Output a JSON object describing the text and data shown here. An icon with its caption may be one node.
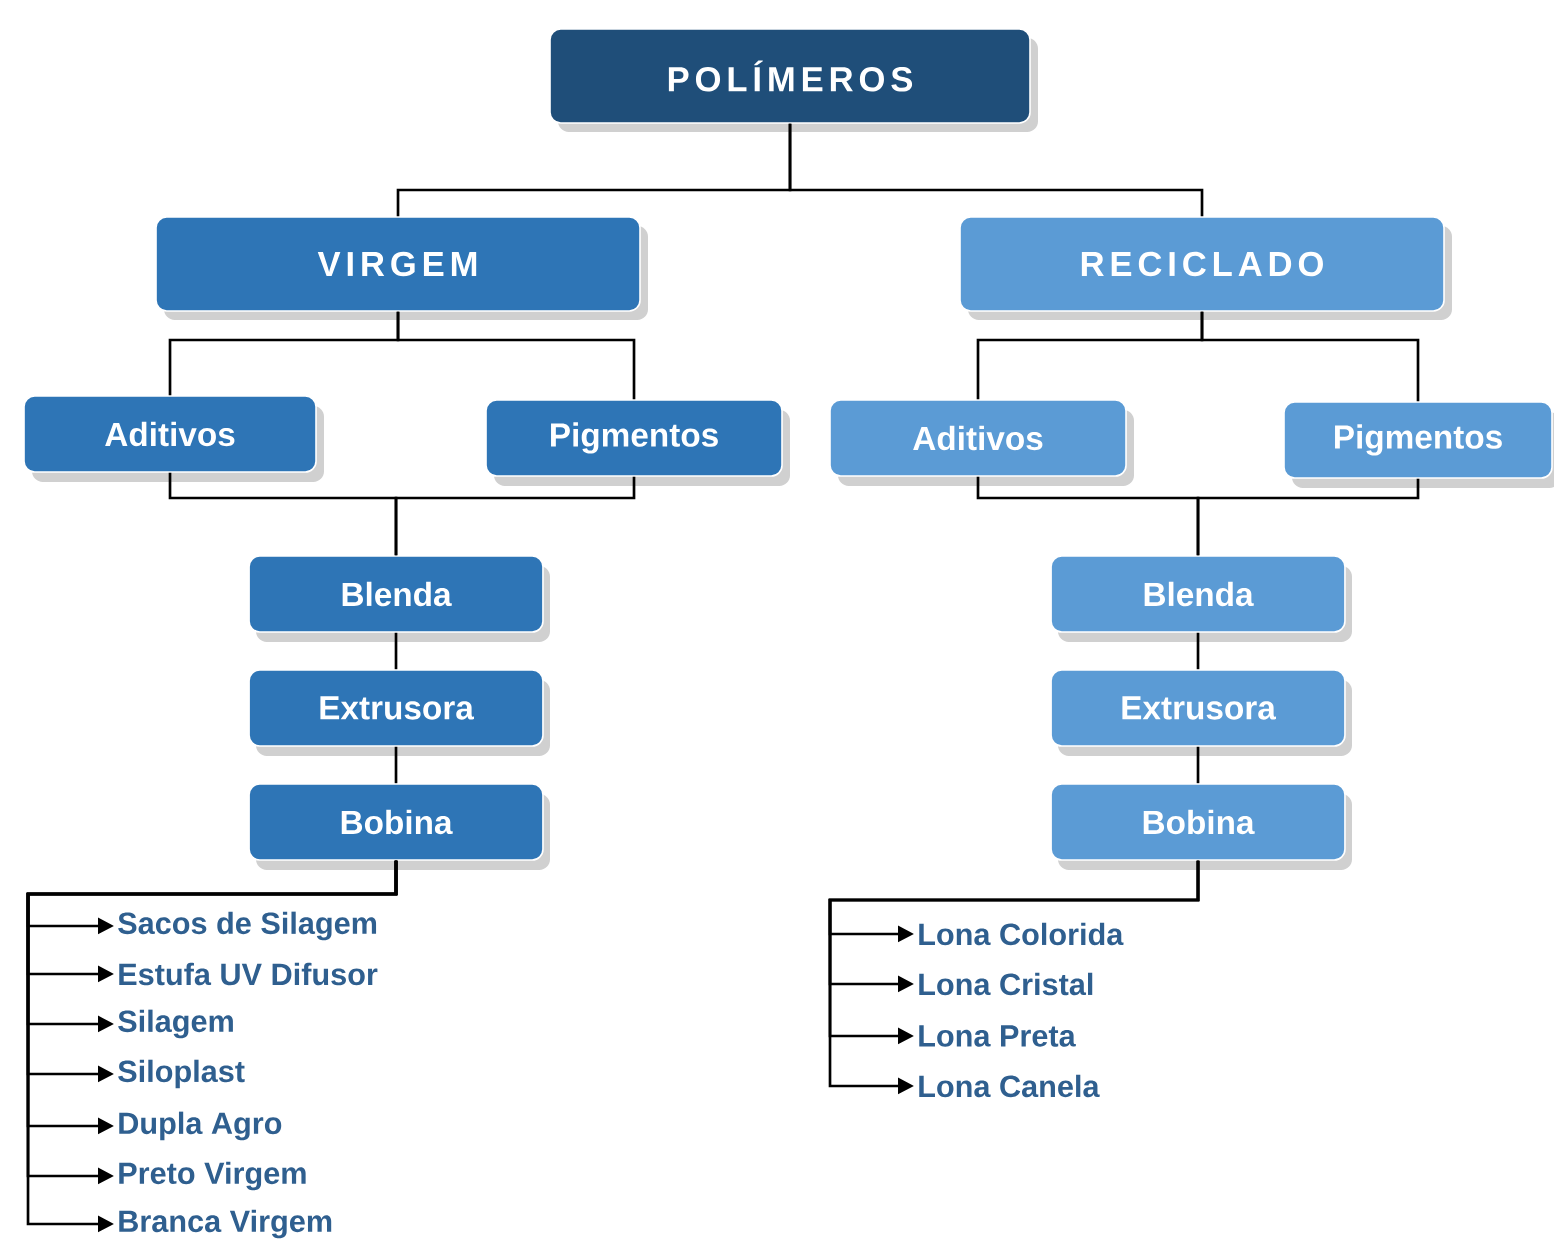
{
  "diagram": {
    "nodes": [
      {
        "text": [
          "POLÍMEROS"
        ]
      },
      {
        "text": [
          "VIRGEM"
        ]
      },
      {
        "text": [
          "RECICLADO"
        ]
      },
      {
        "text": [
          "Aditivos"
        ]
      },
      {
        "text": [
          "Pigmentos"
        ]
      },
      {
        "text": [
          "Aditivos"
        ]
      },
      {
        "text": [
          "Pigmentos"
        ]
      },
      {
        "text": [
          "Blenda"
        ]
      },
      {
        "text": [
          "Extrusora"
        ]
      },
      {
        "text": [
          "Bobina"
        ]
      },
      {
        "text": [
          "Blenda"
        ]
      },
      {
        "text": [
          "Extrusora"
        ]
      },
      {
        "text": [
          "Bobina"
        ]
      },
      {
        "text": [
          "Sacos de Silagem"
        ]
      },
      {
        "text": [
          "Estufa UV Difusor"
        ]
      },
      {
        "text": [
          "Silagem"
        ]
      },
      {
        "text": [
          "Siloplast"
        ]
      },
      {
        "text": [
          "Dupla Agro"
        ]
      },
      {
        "text": [
          "Preto Virgem"
        ]
      },
      {
        "text": [
          "Branca Virgem"
        ]
      },
      {
        "text": [
          "Lona Colorida"
        ]
      },
      {
        "text": [
          "Lona Cristal"
        ]
      },
      {
        "text": [
          "Lona Preta"
        ]
      },
      {
        "text": [
          "Lona Canela"
        ]
      }
    ],
    "edges": [
      {
        "from": 0,
        "to": 1,
        "arrow": "none"
      },
      {
        "from": 0,
        "to": 2,
        "arrow": "none"
      },
      {
        "from": 1,
        "to": 3,
        "arrow": "none"
      },
      {
        "from": 1,
        "to": 4,
        "arrow": "none"
      },
      {
        "from": 2,
        "to": 5,
        "arrow": "none"
      },
      {
        "from": 2,
        "to": 6,
        "arrow": "none"
      },
      {
        "from": 3,
        "to": 7,
        "arrow": "none"
      },
      {
        "from": 4,
        "to": 7,
        "arrow": "none"
      },
      {
        "from": 5,
        "to": 10,
        "arrow": "none"
      },
      {
        "from": 6,
        "to": 10,
        "arrow": "none"
      },
      {
        "from": 7,
        "to": 8,
        "arrow": "none"
      },
      {
        "from": 8,
        "to": 9,
        "arrow": "none"
      },
      {
        "from": 10,
        "to": 11,
        "arrow": "none"
      },
      {
        "from": 11,
        "to": 12,
        "arrow": "none"
      },
      {
        "from": 9,
        "to": 13,
        "arrow": "to"
      },
      {
        "from": 9,
        "to": 14,
        "arrow": "to"
      },
      {
        "from": 9,
        "to": 15,
        "arrow": "to"
      },
      {
        "from": 9,
        "to": 16,
        "arrow": "to"
      },
      {
        "from": 9,
        "to": 17,
        "arrow": "to"
      },
      {
        "from": 9,
        "to": 18,
        "arrow": "to"
      },
      {
        "from": 9,
        "to": 19,
        "arrow": "to"
      },
      {
        "from": 12,
        "to": 20,
        "arrow": "to"
      },
      {
        "from": 12,
        "to": 21,
        "arrow": "to"
      },
      {
        "from": 12,
        "to": 22,
        "arrow": "to"
      },
      {
        "from": 12,
        "to": 23,
        "arrow": "to"
      }
    ]
  }
}
